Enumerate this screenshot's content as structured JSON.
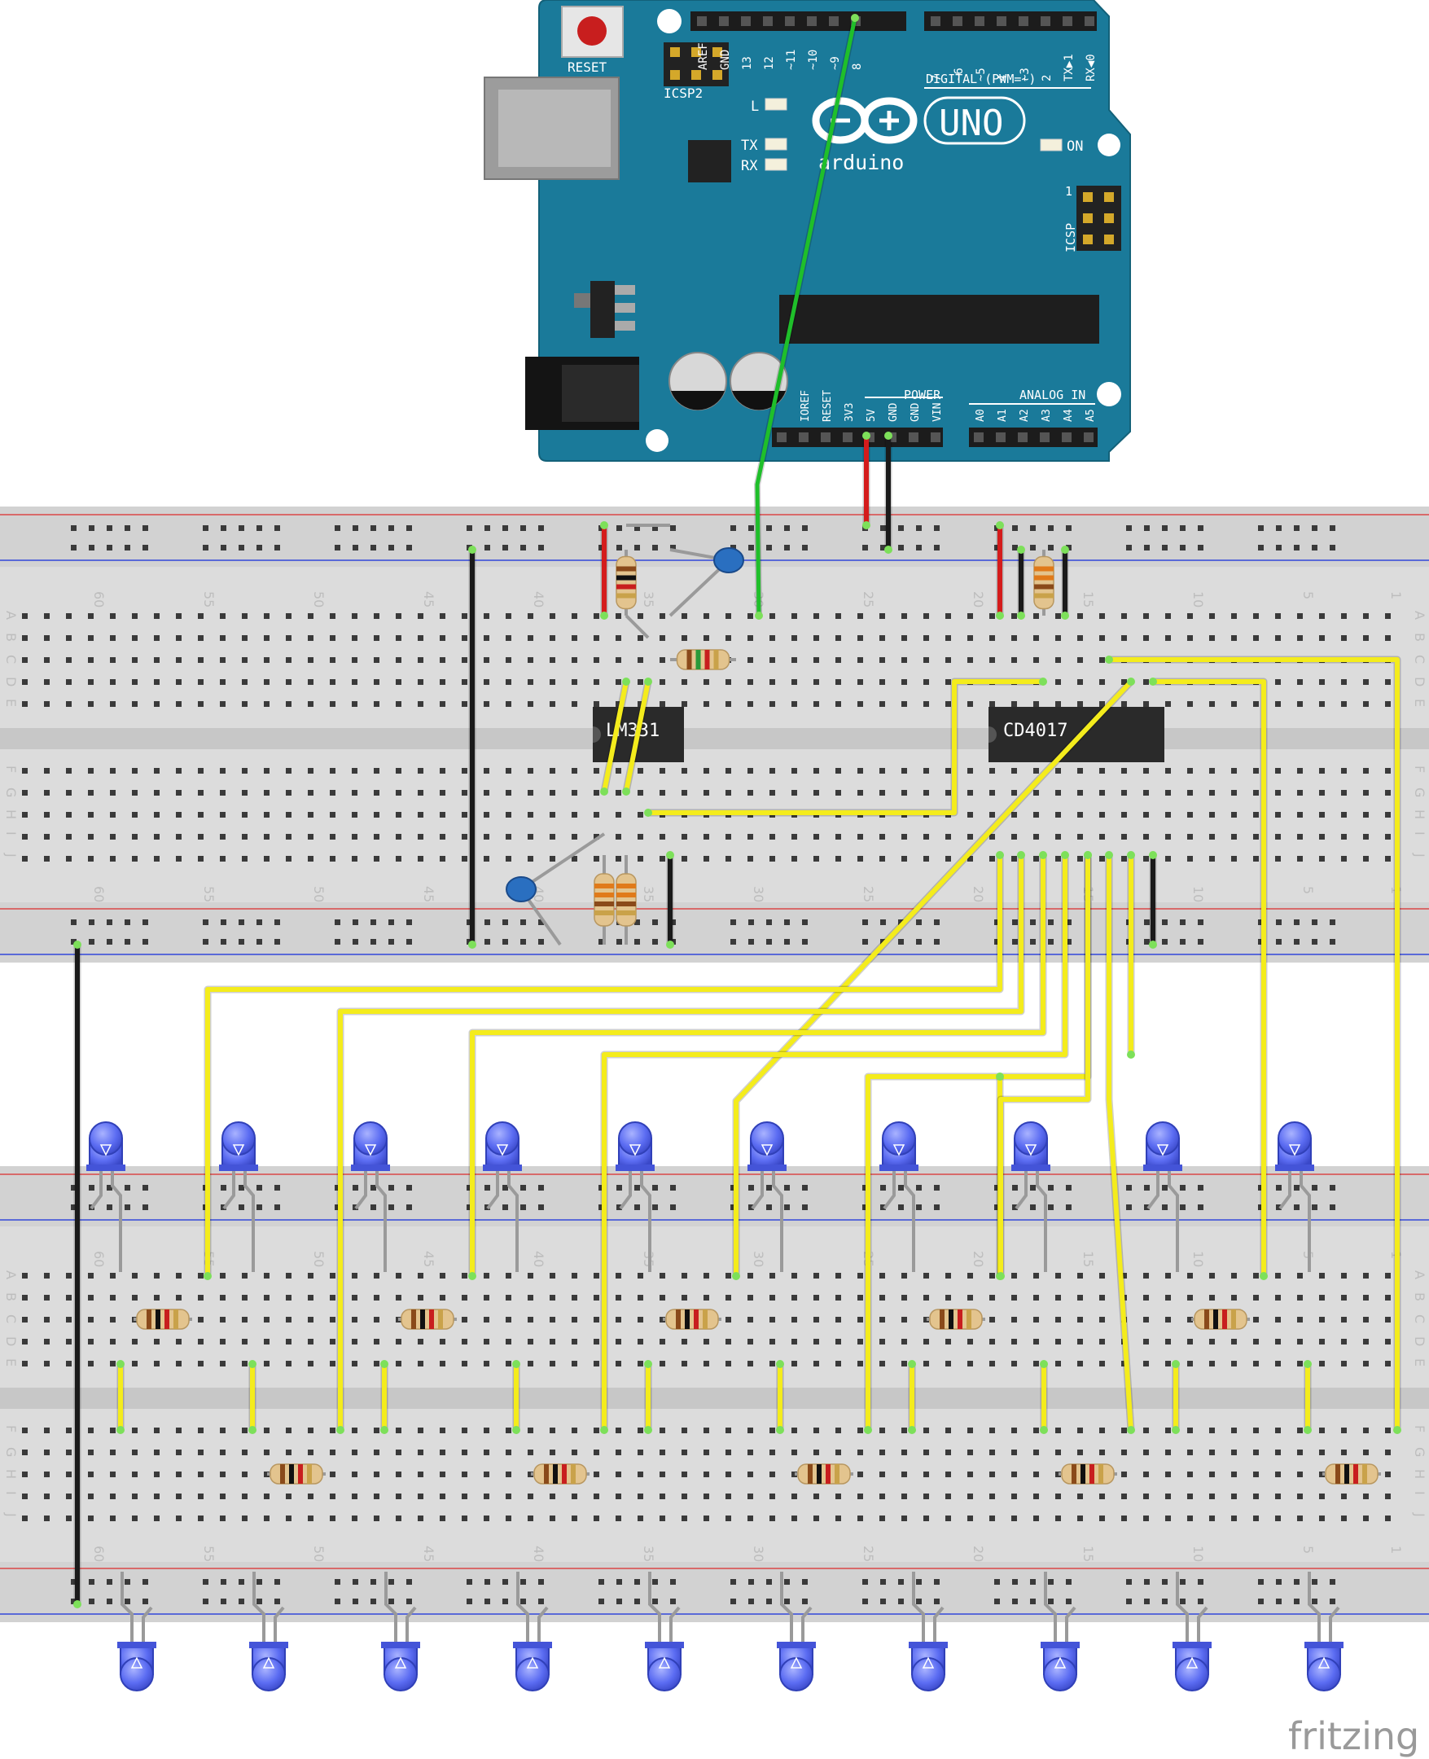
{
  "arduino": {
    "board": "UNO",
    "brand": "arduino",
    "reset": "RESET",
    "icsp2": "ICSP2",
    "icsp": "ICSP",
    "icsp_pin": "1",
    "digital_label": "DIGITAL (PWM=~)",
    "power_label": "POWER",
    "analog_label": "ANALOG IN",
    "led_l": "L",
    "led_tx": "TX",
    "led_rx": "RX",
    "led_on": "ON",
    "top_pins_left": [
      "AREF",
      "GND",
      "13",
      "12",
      "~11",
      "~10",
      "~9",
      "8"
    ],
    "top_pins_right": [
      "7",
      "~6",
      "~5",
      "4",
      "~3",
      "2",
      "TX▶1",
      "RX◀0"
    ],
    "bottom_pins_power": [
      "IOREF",
      "RESET",
      "3V3",
      "5V",
      "GND",
      "GND",
      "VIN"
    ],
    "bottom_pins_analog": [
      "A0",
      "A1",
      "A2",
      "A3",
      "A4",
      "A5"
    ]
  },
  "breadboard": {
    "col_labels": [
      "60",
      "55",
      "50",
      "45",
      "40",
      "35",
      "30",
      "25",
      "20",
      "15",
      "10",
      "5",
      "1"
    ],
    "row_labels_top": [
      "A",
      "B",
      "C",
      "D",
      "E"
    ],
    "row_labels_bottom": [
      "F",
      "G",
      "H",
      "I",
      "J"
    ]
  },
  "chips": {
    "timer": "LM331",
    "counter": "CD4017"
  },
  "watermark": "fritzing",
  "colors": {
    "board_blue": "#1a7a9a",
    "wire_yellow": "#f4ec1c",
    "wire_green": "#1fbf2a",
    "wire_red": "#d41c1c",
    "wire_black": "#1a1a1a",
    "led_blue": "#5a6cf0",
    "breadboard": "#dcdcdc"
  }
}
